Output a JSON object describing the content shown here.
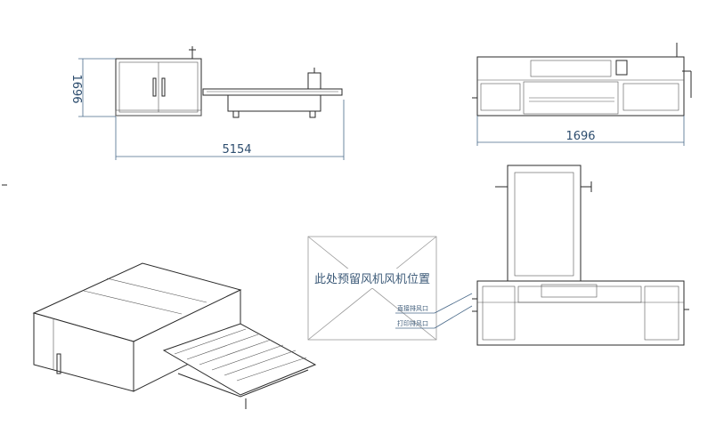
{
  "dimensions": {
    "side_length": "5154",
    "side_height": "1696",
    "front_width": "1696"
  },
  "placeholder_box": {
    "label": "此处预留风机风机位置"
  },
  "callouts": {
    "upper": "直接排风口",
    "lower": "打印排风口"
  },
  "colors": {
    "line": "#2a2a2a",
    "dimension": "#4a6a8a",
    "placeholder_cross": "#9a9a9a"
  }
}
